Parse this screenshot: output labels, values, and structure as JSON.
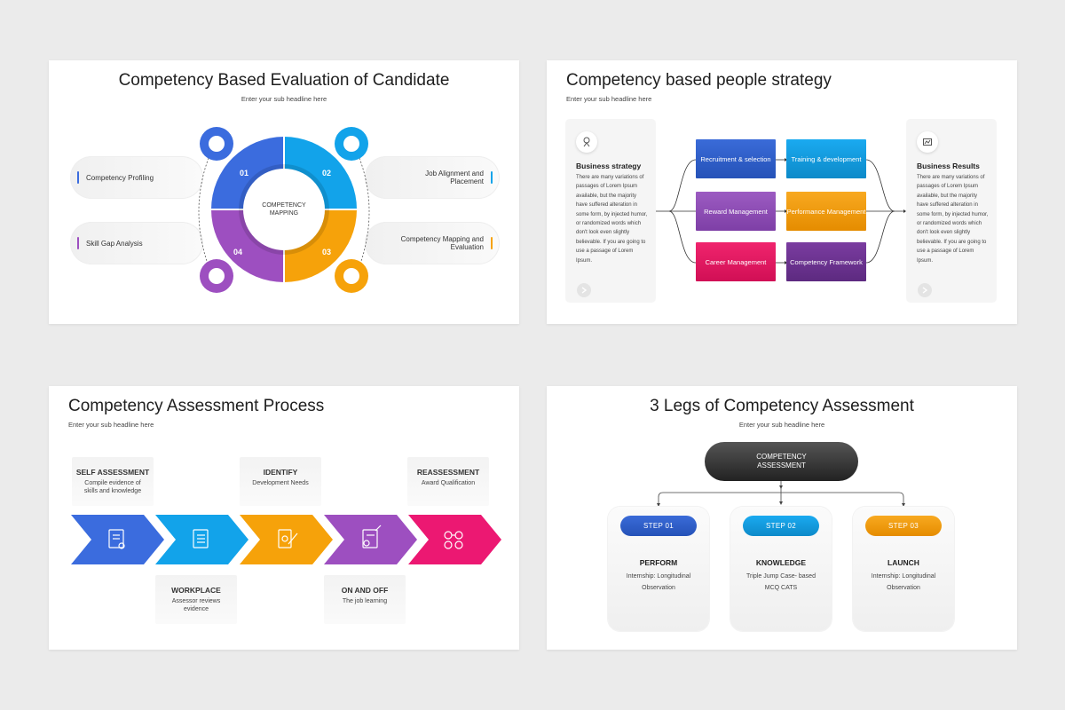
{
  "slide1": {
    "title": "Competency Based Evaluation of Candidate",
    "subtitle": "Enter your sub headline here",
    "center": "COMPETENCY MAPPING",
    "quadrants": [
      {
        "num": "01",
        "color": "#3b6cde"
      },
      {
        "num": "02",
        "color": "#12a3ea"
      },
      {
        "num": "03",
        "color": "#f6a20a"
      },
      {
        "num": "04",
        "color": "#9d4fc0"
      }
    ],
    "pills": [
      {
        "label": "Competency Profiling",
        "accent": "#3b6cde"
      },
      {
        "label": "Job Alignment and Placement",
        "accent": "#12a3ea"
      },
      {
        "label": "Skill Gap Analysis",
        "accent": "#9d4fc0"
      },
      {
        "label": "Competency Mapping and Evaluation",
        "accent": "#f6a20a"
      }
    ]
  },
  "slide2": {
    "title": "Competency based people strategy",
    "subtitle": "Enter your sub headline here",
    "left_card": {
      "title": "Business strategy",
      "body": "There are many variations of passages of Lorem Ipsum available, but the majority have suffered alteration in some form, by injected humor, or randomized words which don't look even slightly believable. If you are going to use a passage of Lorem Ipsum.",
      "icon": "strategy-icon"
    },
    "right_card": {
      "title": "Business Results",
      "body": "There are many variations of passages of Lorem Ipsum available, but the majority have suffered alteration in some form, by injected humor, or randomized words which don't look even slightly believable. If you are going to use a passage of Lorem Ipsum.",
      "icon": "results-icon"
    },
    "boxes": [
      {
        "label": "Recruitment & selection",
        "color": "#2f5ec8"
      },
      {
        "label": "Training & development",
        "color": "#109bd9"
      },
      {
        "label": "Reward Management",
        "color": "#8e4db4"
      },
      {
        "label": "Performance Management",
        "color": "#f39c0b"
      },
      {
        "label": "Career Management",
        "color": "#e8165f"
      },
      {
        "label": "Competency Framework",
        "color": "#6b3290"
      }
    ]
  },
  "slide3": {
    "title": "Competency Assessment Process",
    "subtitle": "Enter your sub headline here",
    "arrow_colors": [
      "#3b6cde",
      "#12a3ea",
      "#f6a20a",
      "#9d4fc0",
      "#ec1872"
    ],
    "top_notes": [
      {
        "title": "SELF ASSESSMENT",
        "body": "Compile evidence of skills and knowledge"
      },
      {
        "title": "IDENTIFY",
        "body": "Development Needs"
      },
      {
        "title": "REASSESSMENT",
        "body": "Award Qualification"
      }
    ],
    "bottom_notes": [
      {
        "title": "WORKPLACE",
        "body": "Assessor reviews evidence"
      },
      {
        "title": "ON AND OFF",
        "body": "The job learning"
      }
    ]
  },
  "slide4": {
    "title": "3 Legs of Competency Assessment",
    "subtitle": "Enter your sub headline here",
    "top": "COMPETENCY ASSESSMENT",
    "steps": [
      {
        "badge": "STEP 01",
        "title": "PERFORM",
        "body": "Internship: Longitudinal Observation",
        "color": "#2f5ec8"
      },
      {
        "badge": "STEP 02",
        "title": "KNOWLEDGE",
        "body": "Triple Jump Case- based MCQ CATS",
        "color": "#12a3ea"
      },
      {
        "badge": "STEP 03",
        "title": "LAUNCH",
        "body": "Internship: Longitudinal Observation",
        "color": "#f39c0b"
      }
    ]
  }
}
